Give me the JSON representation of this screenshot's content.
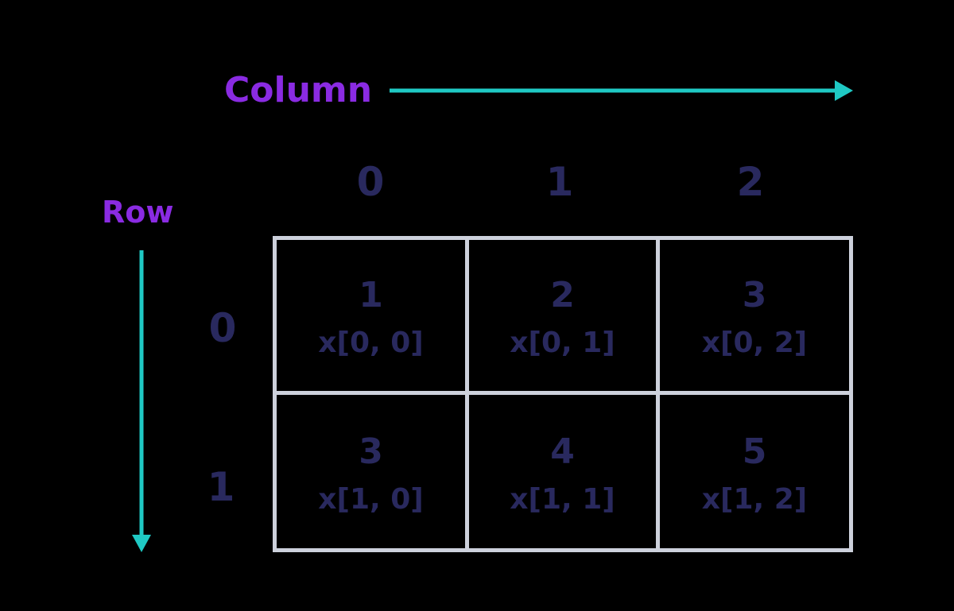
{
  "diagram": {
    "column_axis_label": "Column",
    "row_axis_label": "Row",
    "column_indices": [
      "0",
      "1",
      "2"
    ],
    "row_indices": [
      "0",
      "1"
    ],
    "cells": [
      [
        {
          "value": "1",
          "label": "x[0, 0]"
        },
        {
          "value": "2",
          "label": "x[0, 1]"
        },
        {
          "value": "3",
          "label": "x[0, 2]"
        }
      ],
      [
        {
          "value": "3",
          "label": "x[1, 0]"
        },
        {
          "value": "4",
          "label": "x[1, 1]"
        },
        {
          "value": "5",
          "label": "x[1, 2]"
        }
      ]
    ]
  },
  "colors": {
    "axis_label": "#8a2be2",
    "arrow": "#1fc9c4",
    "text": "#29295e",
    "grid_border": "#cdd1dc",
    "background": "#000000"
  }
}
